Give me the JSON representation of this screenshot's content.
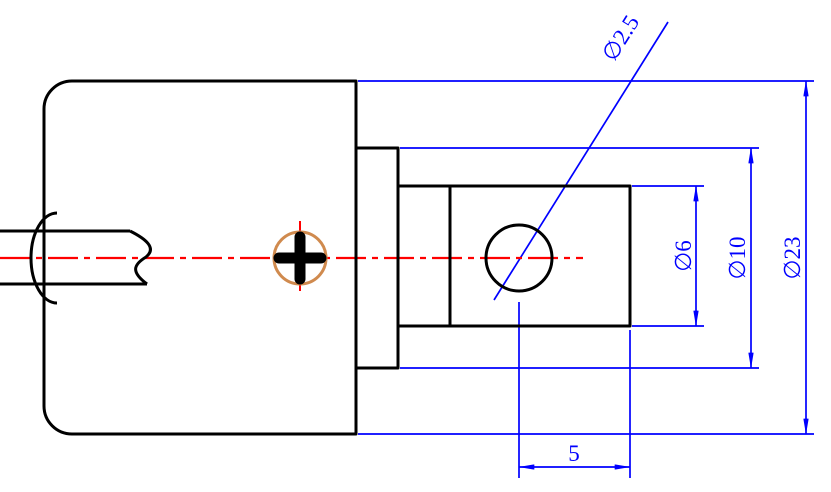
{
  "drawing": {
    "dimension_labels": {
      "dia_2_5": "∅2.5",
      "dia_6": "∅6",
      "dia_10": "∅10",
      "dia_23": "∅23",
      "len_5": "5"
    },
    "colors": {
      "outline": "#000000",
      "dimension": "#0000ff",
      "centerline": "#ff0000",
      "highlight": "#d08a4e",
      "background": "#ffffff"
    }
  }
}
